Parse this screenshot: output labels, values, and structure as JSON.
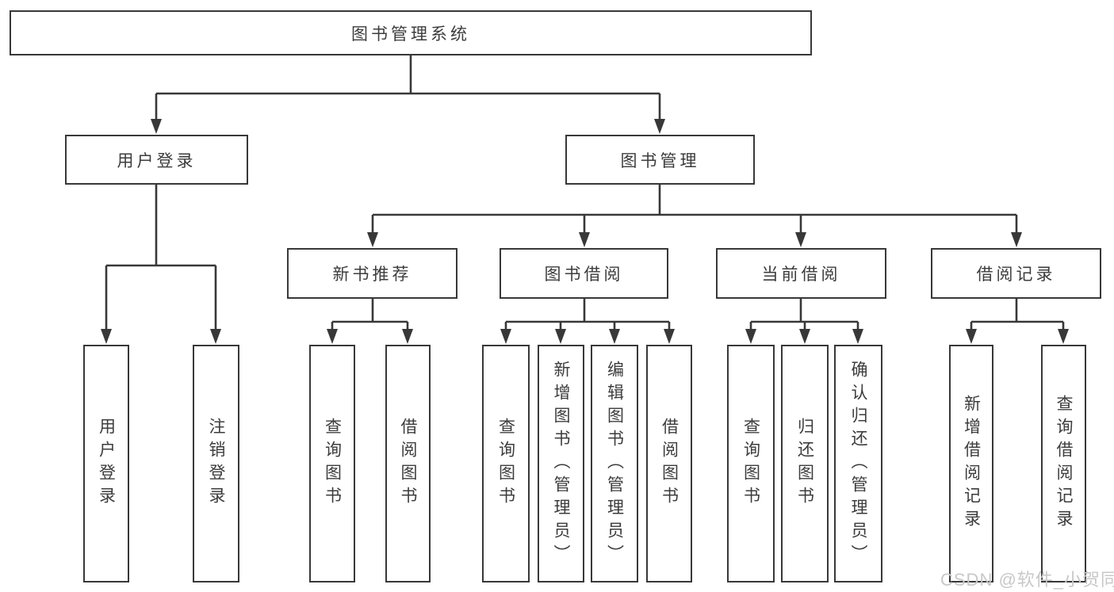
{
  "tree": {
    "root": "图书管理系统",
    "branches": [
      {
        "label": "用户登录",
        "children": [
          "用户登录",
          "注销登录"
        ]
      },
      {
        "label": "图书管理",
        "groups": [
          {
            "label": "新书推荐",
            "children": [
              "查询图书",
              "借阅图书"
            ]
          },
          {
            "label": "图书借阅",
            "children": [
              "查询图书",
              "新增图书（管理员）",
              "编辑图书（管理员）",
              "借阅图书"
            ]
          },
          {
            "label": "当前借阅",
            "children": [
              "查询图书",
              "归还图书",
              "确认归还（管理员）"
            ]
          },
          {
            "label": "借阅记录",
            "children": [
              "新增借阅记录",
              "查询借阅记录"
            ]
          }
        ]
      }
    ]
  },
  "watermark": "CSDN @软件_小贺同学",
  "colors": {
    "line": "#383838",
    "box_border": "#383838",
    "box_fill": "#ffffff",
    "text": "#3c3c3c",
    "watermark": "#c8c8c8",
    "background": "#ffffff"
  }
}
